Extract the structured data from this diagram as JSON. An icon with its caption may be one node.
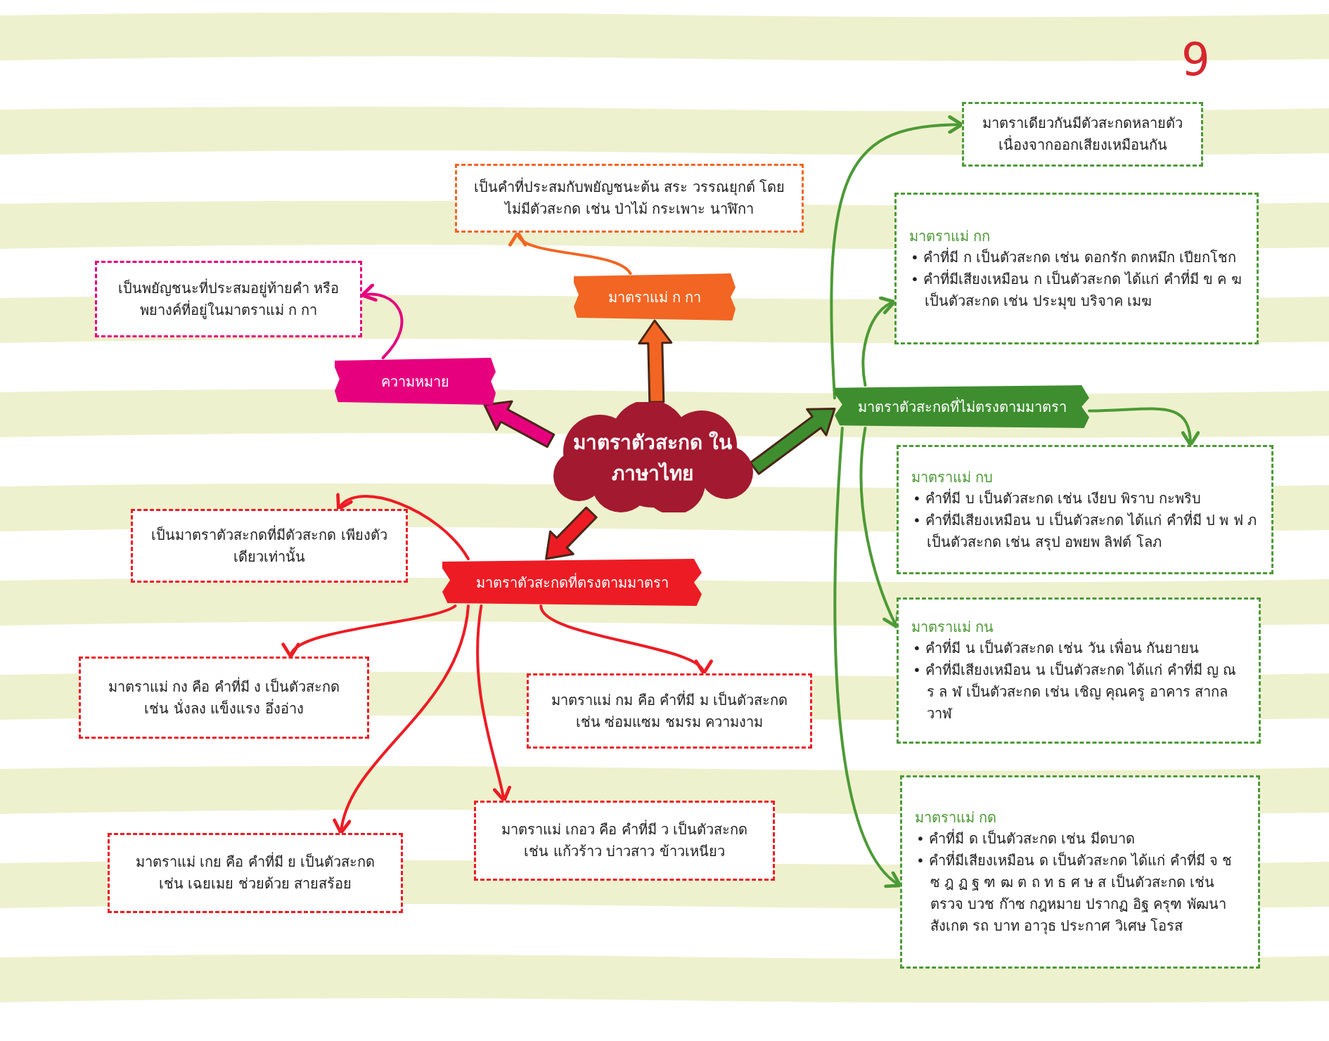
{
  "diagram": {
    "nodes": [
      {
        "text": [
          "มาตราตัวสะกด ในภาษาไทย"
        ]
      },
      {
        "text": [
          "ความหมาย"
        ]
      },
      {
        "text": [
          "เป็นพยัญชนะที่ประสมอยู่ท้ายคำ หรือพยางค์ที่อยู่ในมาตราแม่ ก กา"
        ]
      },
      {
        "text": [
          "มาตราแม่ ก กา"
        ]
      },
      {
        "text": [
          "เป็นคำที่ประสมกับพยัญชนะต้น สระ วรรณยุกต์ โดยไม่มีตัวสะกด เช่น ป่าไม้ กระเพาะ นาฬิกา"
        ]
      },
      {
        "text": [
          "มาตราตัวสะกดที่ตรงตามมาตรา"
        ]
      },
      {
        "text": [
          "เป็นมาตราตัวสะกดที่มีตัวสะกด เพียงตัวเดียวเท่านั้น"
        ]
      },
      {
        "text": [
          "มาตราแม่ กง คือ คำที่มี ง เป็นตัวสะกด เช่น นั่งลง แข็งแรง อึ่งอ่าง"
        ]
      },
      {
        "text": [
          "มาตราแม่ กม คือ คำที่มี ม เป็นตัวสะกด เช่น ซ่อมแซม ชมรม ความงาม"
        ]
      },
      {
        "text": [
          "มาตราแม่ เกย คือ คำที่มี ย เป็นตัวสะกด เช่น เฉยเมย ช่วยด้วย สายสร้อย"
        ]
      },
      {
        "text": [
          "มาตราแม่ เกอว คือ คำที่มี ว เป็นตัวสะกด เช่น แก้วร้าว บ่าวสาว ข้าวเหนียว"
        ]
      },
      {
        "text": [
          "มาตราตัวสะกดที่ไม่ตรงตามมาตรา"
        ]
      },
      {
        "text": [
          "มาตราเดียวกันมีตัวสะกดหลายตัว เนื่องจากออกเสียงเหมือนกัน"
        ]
      },
      {
        "text": [
          "มาตราแม่ กก",
          "• คำที่มี ก เป็นตัวสะกด เช่น ดอกรัก ตกหมึก เปียกโชก",
          "• คำที่มีเสียงเหมือน ก เป็นตัวสะกด ได้แก่ คำที่มี ข ค ฆ เป็นตัวสะกด เช่น ประมุข บริจาค เมฆ"
        ]
      },
      {
        "text": [
          "มาตราแม่ กบ",
          "• คำที่มี บ เป็นตัวสะกด เช่น เงียบ พิราบ กะพริบ",
          "• คำที่มีเสียงเหมือน บ เป็นตัวสะกด ได้แก่ คำที่มี ป พ ฟ ภ เป็นตัวสะกด เช่น สรุป อพยพ ลิฟต์ โลภ"
        ]
      },
      {
        "text": [
          "มาตราแม่ กน",
          "• คำที่มี น เป็นตัวสะกด เช่น วัน เพื่อน กันยายน",
          "• คำที่มีเสียงเหมือน น เป็นตัวสะกด ได้แก่ คำที่มี ญ ณ ร ล ฬ เป็นตัวสะกด เช่น เชิญ คุณครู อาคาร สากล วาฬ"
        ]
      },
      {
        "text": [
          "มาตราแม่ กด",
          "• คำที่มี ด เป็นตัวสะกด เช่น มีดบาด",
          "• คำที่มีเสียงเหมือน ด เป็นตัวสะกด ได้แก่ คำที่มี จ ช ซ ฎ ฏ ฐ ฑ ฒ ต ถ ท ธ ศ ษ ส เป็นตัวสะกด เช่น ตรวจ บวช ก๊าซ กฎหมาย ปรากฏ อิฐ ครุฑ พัฒนา สังเกต รถ บาท อาวุธ ประกาศ วิเศษ โอรส"
        ]
      }
    ],
    "edges": [
      {
        "from": 0,
        "to": 1,
        "arrow": "to",
        "style": "thick",
        "color": "#e6007e"
      },
      {
        "from": 1,
        "to": 2,
        "arrow": "to",
        "color": "#e6007e"
      },
      {
        "from": 0,
        "to": 3,
        "arrow": "to",
        "style": "thick",
        "color": "#f26522"
      },
      {
        "from": 3,
        "to": 4,
        "arrow": "to",
        "color": "#f26522"
      },
      {
        "from": 0,
        "to": 5,
        "arrow": "to",
        "style": "thick",
        "color": "#ed1c24"
      },
      {
        "from": 5,
        "to": 6,
        "arrow": "to",
        "color": "#ed1c24"
      },
      {
        "from": 5,
        "to": 7,
        "arrow": "to",
        "color": "#ed1c24"
      },
      {
        "from": 5,
        "to": 8,
        "arrow": "to",
        "color": "#ed1c24"
      },
      {
        "from": 5,
        "to": 9,
        "arrow": "to",
        "color": "#ed1c24"
      },
      {
        "from": 5,
        "to": 10,
        "arrow": "to",
        "color": "#ed1c24"
      },
      {
        "from": 0,
        "to": 11,
        "arrow": "to",
        "style": "thick",
        "color": "#3e8e2f"
      },
      {
        "from": 11,
        "to": 12,
        "arrow": "to",
        "color": "#4c9a36"
      },
      {
        "from": 11,
        "to": 13,
        "arrow": "to",
        "color": "#4c9a36"
      },
      {
        "from": 11,
        "to": 14,
        "arrow": "to",
        "color": "#4c9a36"
      },
      {
        "from": 11,
        "to": 15,
        "arrow": "to",
        "color": "#4c9a36"
      },
      {
        "from": 11,
        "to": 16,
        "arrow": "to",
        "color": "#4c9a36"
      }
    ],
    "labels": [
      "9"
    ]
  }
}
